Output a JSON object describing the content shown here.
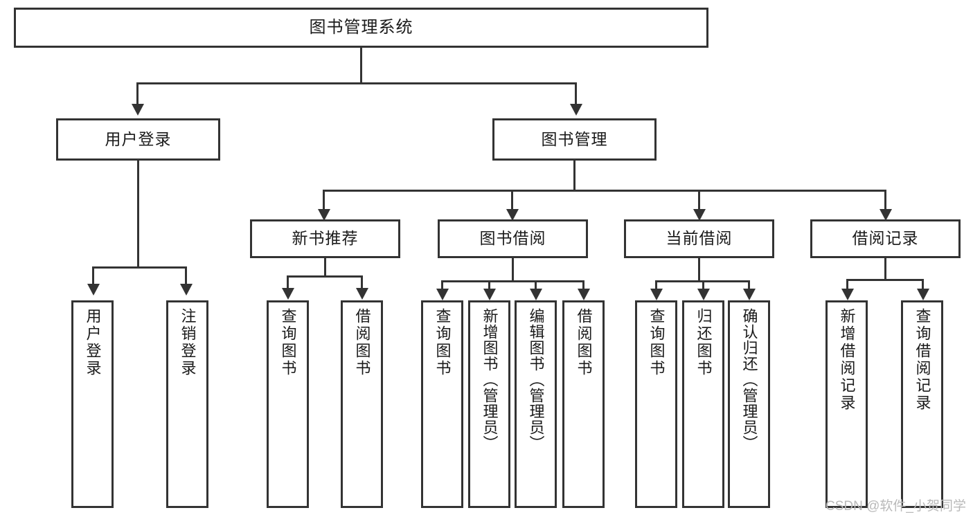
{
  "diagram": {
    "title": "图书管理系统",
    "type": "功能结构图",
    "watermark": "CSDN @软件_小贺同学",
    "colors": {
      "stroke": "#333333",
      "fill": "#ffffff",
      "text": "#1a1a1a",
      "watermark": "#b9b9b9"
    }
  },
  "root": {
    "label": "图书管理系统"
  },
  "level2": [
    {
      "label": "用户登录"
    },
    {
      "label": "图书管理"
    }
  ],
  "level3": [
    {
      "label": "新书推荐"
    },
    {
      "label": "图书借阅"
    },
    {
      "label": "当前借阅"
    },
    {
      "label": "借阅记录"
    }
  ],
  "leaves": {
    "user_login": [
      {
        "label": "用户登录"
      },
      {
        "label": "注销登录"
      }
    ],
    "new_book": [
      {
        "label": "查询图书"
      },
      {
        "label": "借阅图书"
      }
    ],
    "borrow_book": [
      {
        "label": "查询图书"
      },
      {
        "label": "新增图书（管理员）"
      },
      {
        "label": "编辑图书（管理员）"
      },
      {
        "label": "借阅图书"
      }
    ],
    "current_borrow": [
      {
        "label": "查询图书"
      },
      {
        "label": "归还图书"
      },
      {
        "label": "确认归还（管理员）"
      }
    ],
    "borrow_record": [
      {
        "label": "新增借阅记录"
      },
      {
        "label": "查询借阅记录"
      }
    ]
  }
}
